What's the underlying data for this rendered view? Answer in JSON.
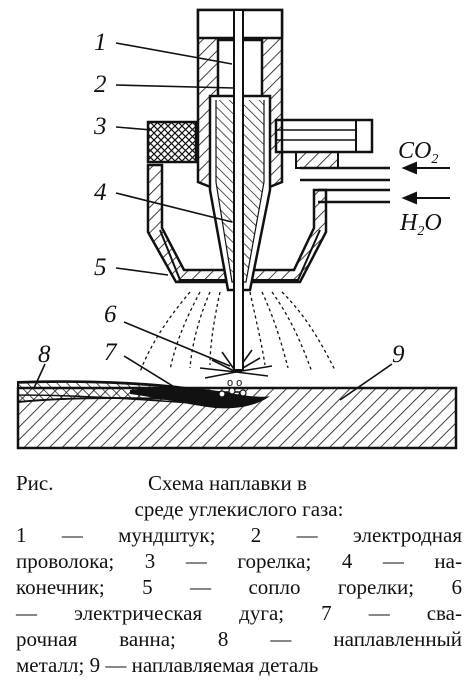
{
  "figure": {
    "labels": [
      "1",
      "2",
      "3",
      "4",
      "5",
      "6",
      "7",
      "8",
      "9"
    ],
    "gas_labels": {
      "co2": "CO",
      "co2_sub": "2",
      "h2o_h": "H",
      "h2o_sub": "2",
      "h2o_o": "O"
    }
  },
  "caption": {
    "prefix": "Рис.",
    "title_line1": "Схема наплавки в",
    "title_line2": "среде углекислого газа:",
    "line3": "1 — мундштук; 2 — электродная",
    "line4": "проволока; 3 — горелка; 4 — на-",
    "line5": "конечник; 5 — сопло горелки; 6",
    "line6": "— электрическая дуга; 7 — сва-",
    "line7": "рочная ванна; 8 — наплавленный",
    "line8": "металл; 9 — наплавляемая деталь"
  },
  "colors": {
    "ink": "#111111",
    "paper": "#ffffff"
  }
}
